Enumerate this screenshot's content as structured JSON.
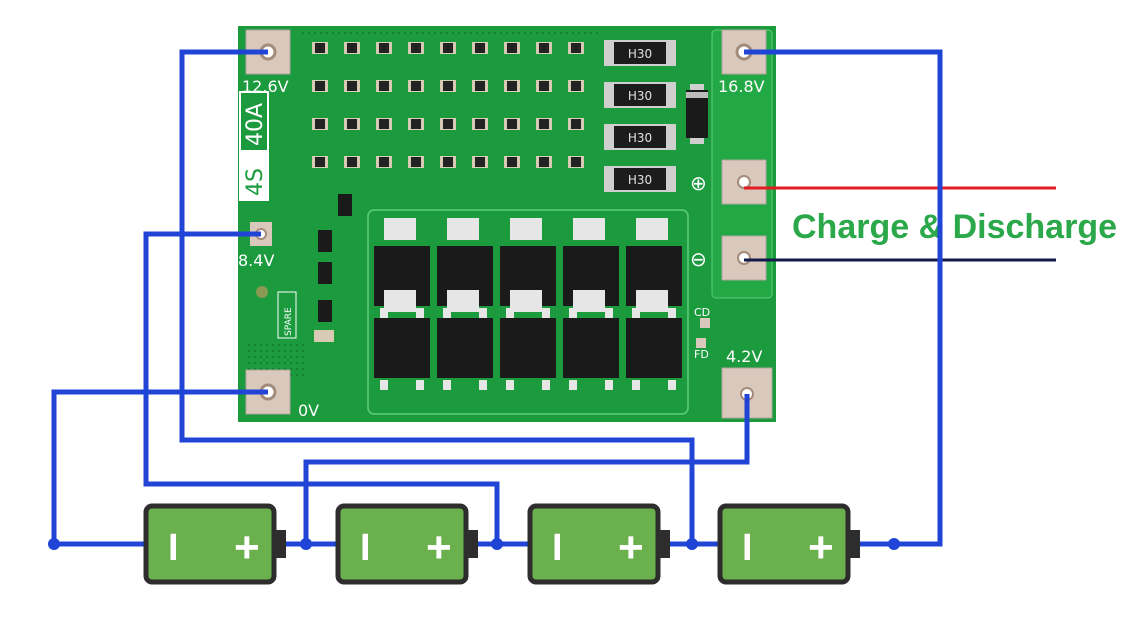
{
  "board": {
    "label_cells": "4S",
    "label_current": "40A",
    "resistor_marking": "H30",
    "pad_labels": {
      "b12": "12.6V",
      "b8": "8.4V",
      "b0": "0V",
      "b16": "16.8V",
      "b4": "4.2V"
    },
    "silk_cd": "CD",
    "silk_fd": "FD",
    "silk_spare": "SPARE",
    "plus_symbol": "⊕",
    "minus_symbol": "⊖"
  },
  "caption": {
    "text": "Charge & Discharge",
    "color": "#2aa84a"
  },
  "colors": {
    "wire": "#1f44d6",
    "positive_line": "#e31b23",
    "negative_line": "#121a4a",
    "pcb": "#1b9a3e",
    "battery_fill": "#6ab04c",
    "battery_border": "#2d2d2d"
  },
  "batteries": [
    {
      "minus": "I",
      "plus": "+"
    },
    {
      "minus": "I",
      "plus": "+"
    },
    {
      "minus": "I",
      "plus": "+"
    },
    {
      "minus": "I",
      "plus": "+"
    }
  ]
}
